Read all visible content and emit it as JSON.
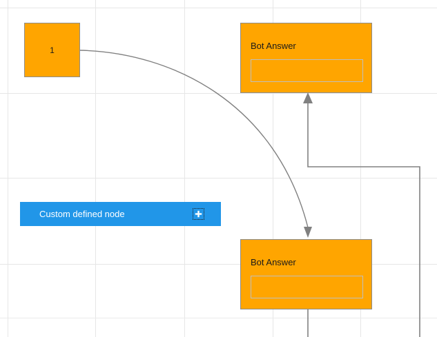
{
  "canvas": {
    "background_color": "#ffffff",
    "grid_color": "#e6e6e6",
    "grid_vertical_x": [
      11,
      138,
      267,
      395,
      522
    ],
    "grid_horizontal_y": [
      11,
      135,
      258,
      383,
      461
    ]
  },
  "nodes": [
    {
      "id": "node-1",
      "kind": "square-node",
      "label": "1",
      "fill_color": "#ffa500",
      "border_color": "#8c8c8c"
    },
    {
      "id": "bot-answer-top",
      "kind": "bot-answer-node",
      "title": "Bot Answer",
      "slot_text": "",
      "fill_color": "#ffa500",
      "border_color": "#8c8c8c",
      "slot_border_color": "#bfbfbf"
    },
    {
      "id": "bot-answer-bottom",
      "kind": "bot-answer-node",
      "title": "Bot Answer",
      "slot_text": "",
      "fill_color": "#ffa500",
      "border_color": "#8c8c8c",
      "slot_border_color": "#bfbfbf"
    }
  ],
  "custom_node": {
    "label": "Custom defined node",
    "background_color": "#2196e8",
    "text_color": "#ffffff",
    "add_icon": "plus-icon"
  },
  "edges": [
    {
      "id": "edge-curved",
      "from": "node-1",
      "to": "bot-answer-bottom",
      "style": "curved",
      "color": "#808080",
      "arrow": "down"
    },
    {
      "id": "edge-orthogonal",
      "from": "right-port",
      "to": "bot-answer-top",
      "style": "orthogonal",
      "color": "#808080",
      "arrow": "up"
    },
    {
      "id": "edge-bottom-stub-left",
      "from": "bot-answer-bottom",
      "to": "offscreen",
      "style": "straight",
      "color": "#808080",
      "arrow": "none"
    },
    {
      "id": "edge-bottom-stub-right",
      "from": "right-port",
      "to": "offscreen",
      "style": "straight",
      "color": "#808080",
      "arrow": "none"
    }
  ]
}
